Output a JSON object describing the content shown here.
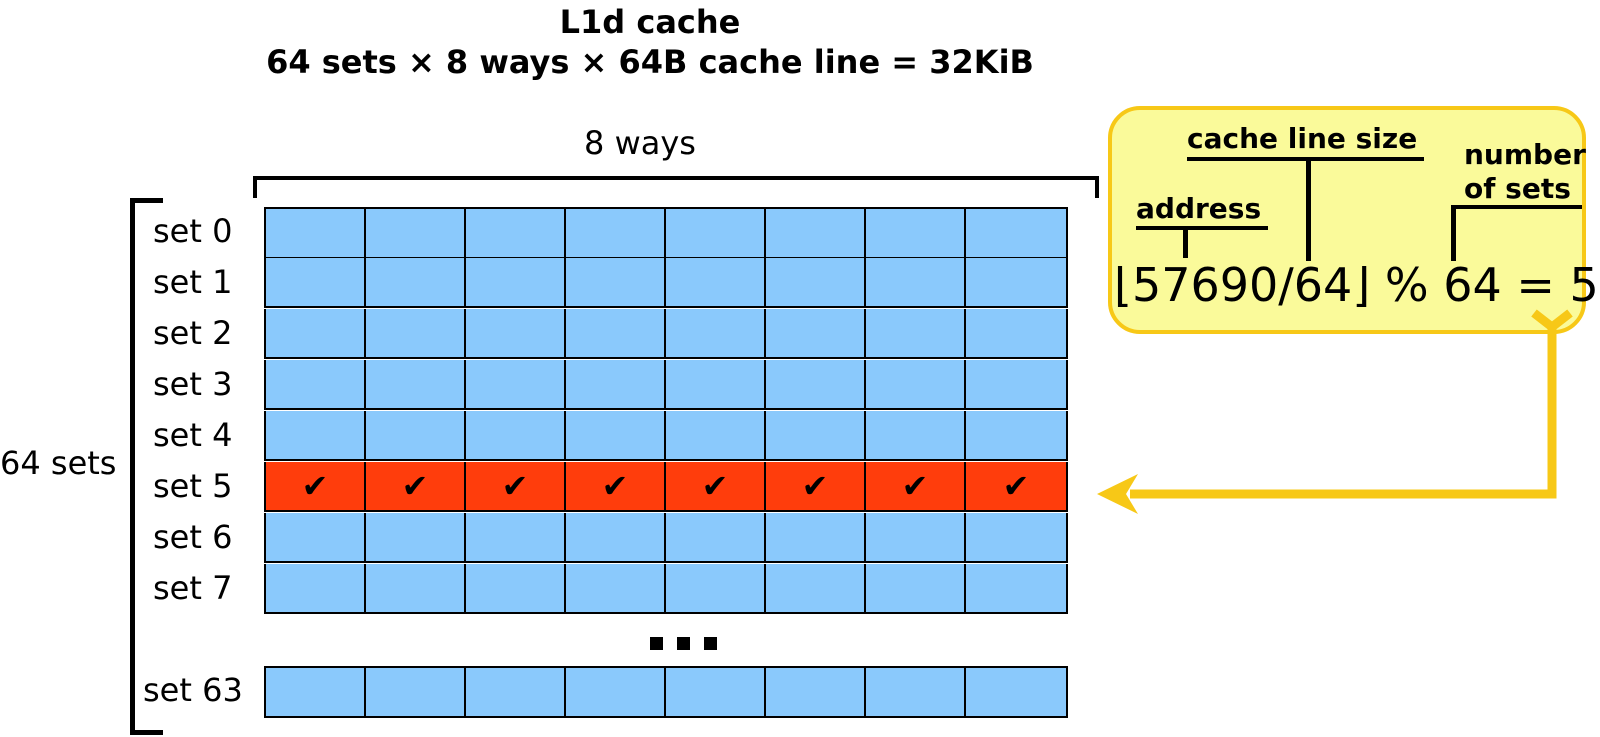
{
  "title": {
    "line1": "L1d cache",
    "line2": "64 sets × 8 ways × 64B cache line = 32KiB"
  },
  "ways_label": "8 ways",
  "sets_label": "64 sets",
  "rows": [
    {
      "label": "set 0",
      "highlight": false
    },
    {
      "label": "set 1",
      "highlight": false
    },
    {
      "label": "set 2",
      "highlight": false
    },
    {
      "label": "set 3",
      "highlight": false
    },
    {
      "label": "set 4",
      "highlight": false
    },
    {
      "label": "set 5",
      "highlight": true
    },
    {
      "label": "set 6",
      "highlight": false
    },
    {
      "label": "set 7",
      "highlight": false
    },
    {
      "label": "set 63",
      "highlight": false
    }
  ],
  "ways_count": 8,
  "check_mark": "✔",
  "formula": {
    "text": "⌊57690/64⌋ % 64 = 5",
    "address_label": "address",
    "line_size_label": "cache line size",
    "num_sets_label_1": "number",
    "num_sets_label_2": "of sets"
  },
  "colors": {
    "cell": "#8ac9fc",
    "highlight": "#ff3d0c",
    "formula_bg": "#fafa9a",
    "accent": "#f7c817"
  }
}
